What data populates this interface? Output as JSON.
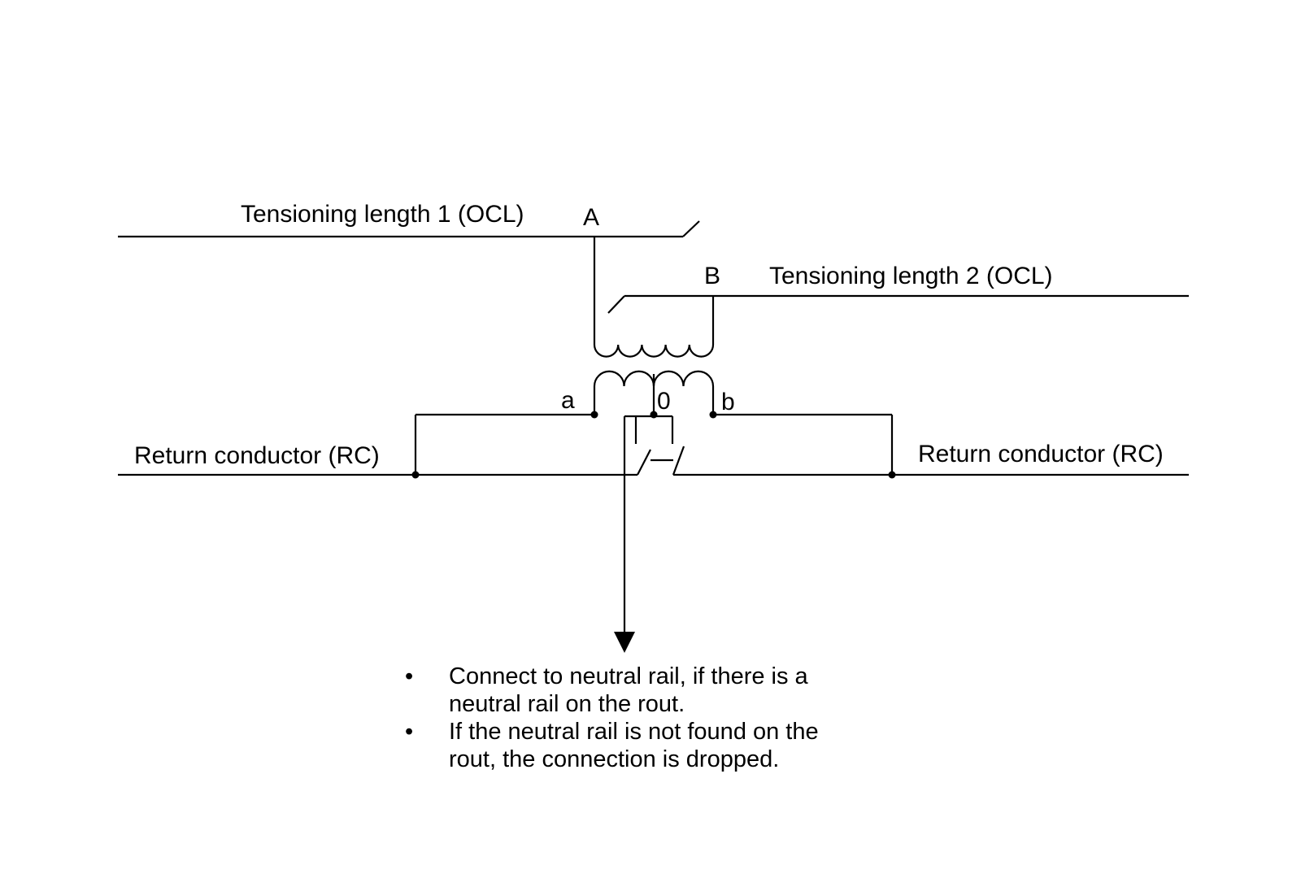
{
  "labels": {
    "ocl1": "Tensioning length 1 (OCL)",
    "ocl2": "Tensioning length 2 (OCL)",
    "rc_left": "Return conductor (RC)",
    "rc_right": "Return conductor (RC)",
    "node_A": "A",
    "node_B": "B",
    "node_a": "a",
    "node_0": "0",
    "node_b": "b"
  },
  "notes": [
    {
      "bullet": "•",
      "text": "Connect to neutral rail, if there is a neutral rail on the rout."
    },
    {
      "bullet": "•",
      "text": "If the neutral rail is not found on the rout, the connection is dropped."
    }
  ]
}
